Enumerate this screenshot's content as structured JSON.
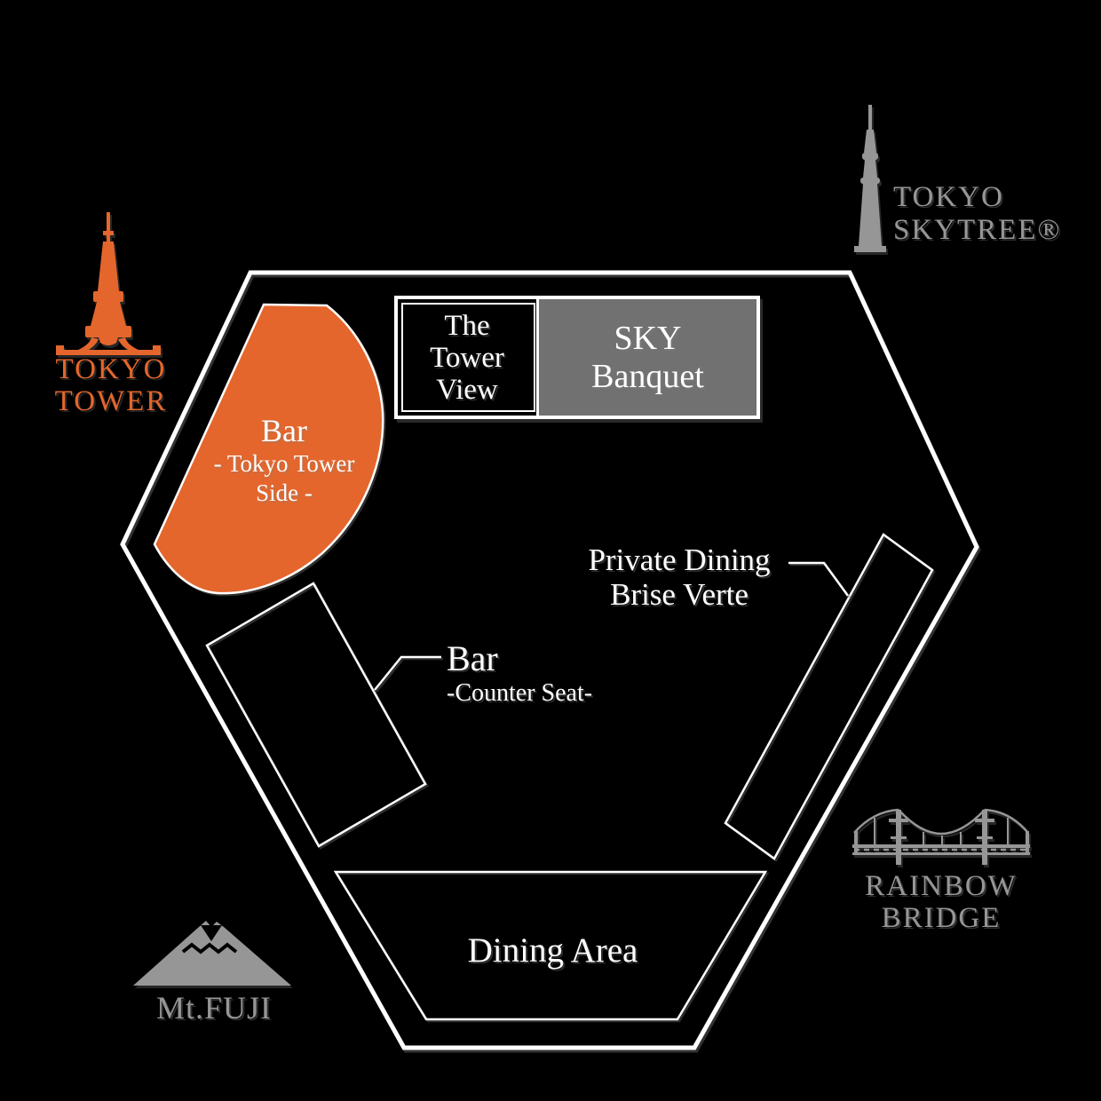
{
  "palette": {
    "background": "#000000",
    "accent_orange": "#E4662C",
    "wall_white": "#FFFFFF",
    "landmark_gray": "#969696",
    "banquet_gray": "#717171"
  },
  "floorplan": {
    "rooms": {
      "bar_tokyo_tower": {
        "line1": "Bar",
        "line2": "- Tokyo Tower",
        "line3": "Side -"
      },
      "tower_view": {
        "line1": "The",
        "line2": "Tower",
        "line3": "View"
      },
      "sky_banquet": {
        "line1": "SKY",
        "line2": "Banquet"
      },
      "private_dining": {
        "line1": "Private Dining",
        "line2": "Brise Verte"
      },
      "bar_counter": {
        "line1": "Bar",
        "line2": "-Counter Seat-"
      },
      "dining_area": {
        "label": "Dining Area"
      }
    },
    "landmarks": {
      "tokyo_tower": {
        "line1": "TOKYO",
        "line2": "TOWER"
      },
      "tokyo_skytree": {
        "line1": "TOKYO",
        "line2": "SKYTREE®"
      },
      "mt_fuji": {
        "label": "Mt.FUJI"
      },
      "rainbow_bridge": {
        "line1": "RAINBOW",
        "line2": "BRIDGE"
      }
    }
  }
}
